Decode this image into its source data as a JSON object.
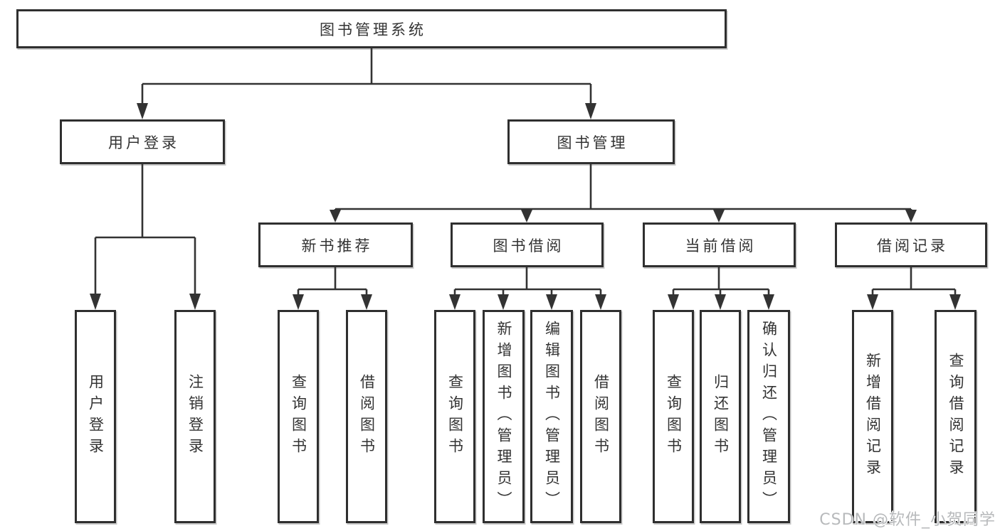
{
  "diagram": {
    "root": "图书管理系统",
    "level2": {
      "user_login": "用户登录",
      "book_management": "图书管理"
    },
    "level3": {
      "new_book": "新书推荐",
      "book_borrow": "图书借阅",
      "current_borrow": "当前借阅",
      "borrow_record": "借阅记录"
    },
    "leaves": {
      "user": [
        "用户登录",
        "注销登录"
      ],
      "new_book": [
        "查询图书",
        "借阅图书"
      ],
      "book_borrow": [
        "查询图书",
        "新增图书（管理员）",
        "编辑图书（管理员）",
        "借阅图书"
      ],
      "current_borrow": [
        "查询图书",
        "归还图书",
        "确认归还（管理员）"
      ],
      "borrow_record": [
        "新增借阅记录",
        "查询借阅记录"
      ]
    }
  },
  "watermark": "CSDN @软件_小贺同学",
  "colors": {
    "line": "#333333",
    "box_border": "#2f2f2f",
    "text": "#333333",
    "background": "#ffffff",
    "watermark": "#b7b9bb"
  }
}
